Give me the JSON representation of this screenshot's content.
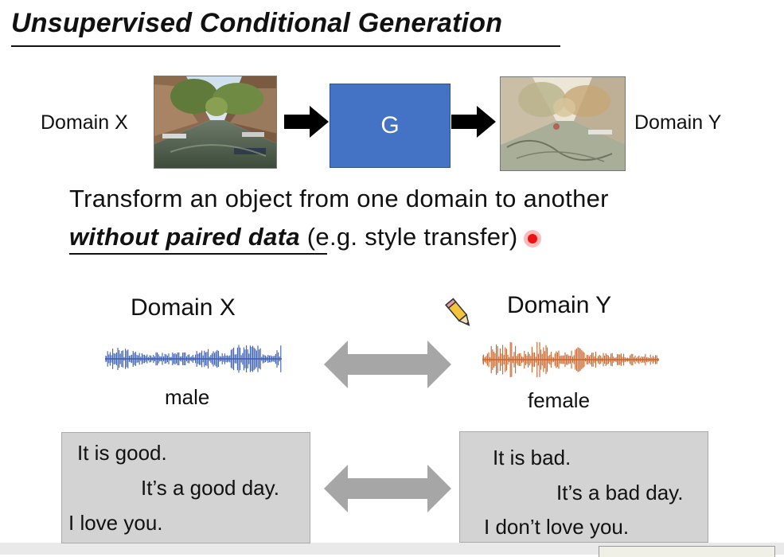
{
  "slide": {
    "title": "Unsupervised Conditional Generation",
    "top_diagram": {
      "left_label": "Domain X",
      "right_label": "Domain Y",
      "generator_label": "G"
    },
    "description": {
      "line1": "Transform an object from one domain to another",
      "line2_emphasis": "without paired data",
      "line2_rest": " (e.g. style transfer)"
    },
    "audio": {
      "left_title": "Domain X",
      "right_title": "Domain Y",
      "left_caption": "male",
      "right_caption": "female",
      "left_color": "#3b5fb0",
      "right_color": "#c8642a"
    },
    "text_example": {
      "left_lines": [
        "It is good.",
        "It’s a good day.",
        "I love you."
      ],
      "right_lines": [
        "It is bad.",
        "It’s a bad day.",
        "I don’t love you."
      ]
    },
    "icons": [
      "pencil-cursor-icon",
      "laser-pointer-icon"
    ]
  }
}
